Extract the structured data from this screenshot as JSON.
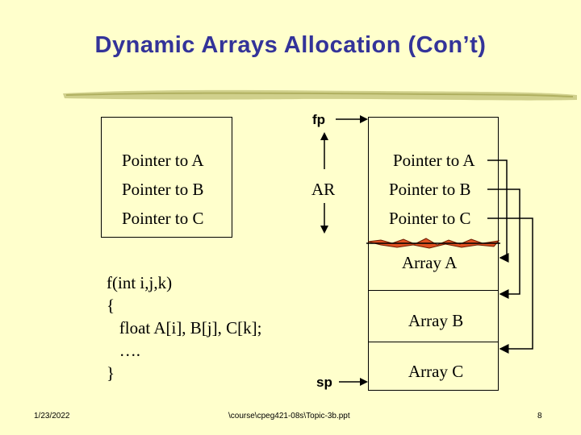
{
  "slide": {
    "title": "Dynamic Arrays Allocation (Con’t)",
    "left_stack": [
      "Pointer to A",
      "Pointer to B",
      "Pointer to C"
    ],
    "right_stack": [
      "Pointer to A",
      "Pointer to B",
      "Pointer to C"
    ],
    "arrays": [
      "Array A",
      "Array B",
      "Array C"
    ],
    "fp_label": "fp",
    "sp_label": "sp",
    "ar_label": "AR",
    "code": {
      "line1": "f(int i,j,k)",
      "line2": "{",
      "line3": "   float A[i], B[j], C[k];",
      "line4": "   ….",
      "line5": "}"
    }
  },
  "footer": {
    "date": "1/23/2022",
    "path": "\\course\\cpeg421-08s\\Topic-3b.ppt",
    "page": "8"
  },
  "colors": {
    "background": "#ffffcc",
    "title": "#333399",
    "torn_edge": "#e05020"
  }
}
